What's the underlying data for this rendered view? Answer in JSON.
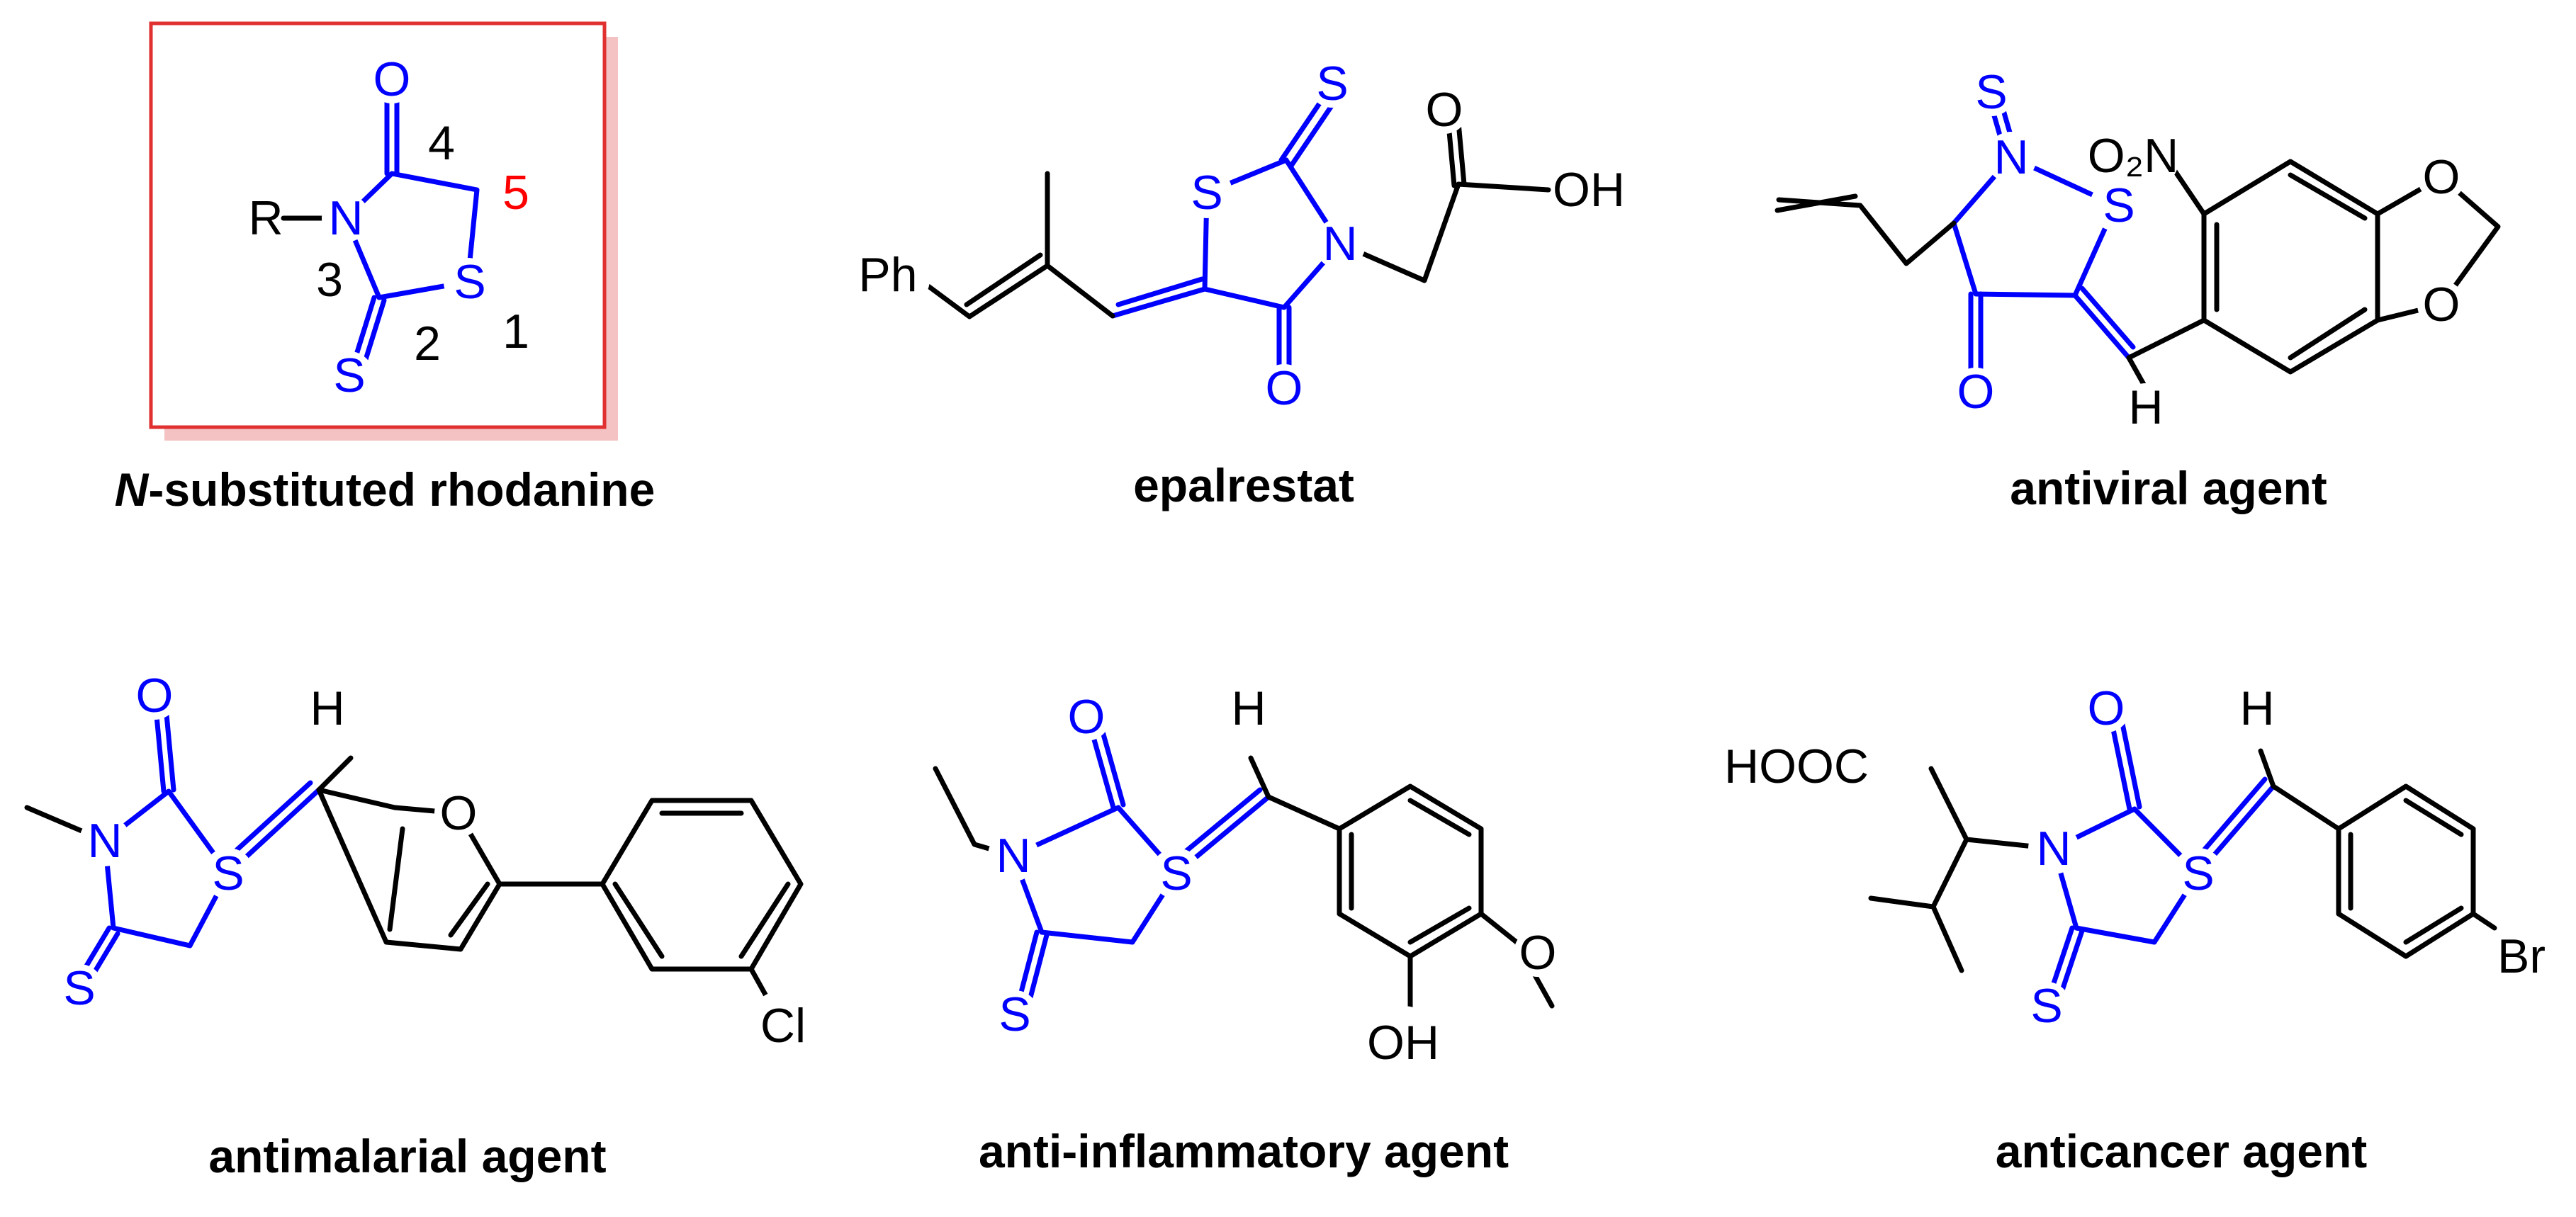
{
  "captions": {
    "rhodanine_prefix": "N",
    "rhodanine_rest": "-substituted rhodanine",
    "epalrestat": "epalrestat",
    "antiviral": "antiviral agent",
    "antimalarial": "antimalarial agent",
    "antiinflammatory": "anti-inflammatory agent",
    "anticancer": "anticancer agent"
  },
  "rhodanine": {
    "o": "O",
    "n": "N",
    "s_ring": "S",
    "s_thione": "S",
    "r": "R",
    "num1": "1",
    "num2": "2",
    "num3": "3",
    "num4": "4",
    "num5": "5"
  },
  "epal": {
    "s_thione": "S",
    "s_ring": "S",
    "n": "N",
    "o_ring": "O",
    "o_acid": "O",
    "oh": "OH",
    "ph": "Ph"
  },
  "antiviral": {
    "s_thione": "S",
    "s_ring": "S",
    "n": "N",
    "o": "O",
    "no2": "O₂N",
    "h": "H",
    "o1": "O",
    "o2": "O"
  },
  "antimalarial": {
    "o": "O",
    "n": "N",
    "s_ring": "S",
    "s_thione": "S",
    "h": "H",
    "o_furan": "O",
    "cl": "Cl"
  },
  "antiinflammatory": {
    "o": "O",
    "n": "N",
    "s_ring": "S",
    "s_thione": "S",
    "h": "H",
    "o_me": "O",
    "oh": "OH"
  },
  "anticancer": {
    "o": "O",
    "n": "N",
    "s_ring": "S",
    "s_thione": "S",
    "h": "H",
    "hooc": "HOOC",
    "br": "Br"
  },
  "colors": {
    "scaffold": "#0000ff",
    "position5": "#ff0000",
    "box": "#e03030",
    "box_shadow": "#f4c2c2"
  }
}
